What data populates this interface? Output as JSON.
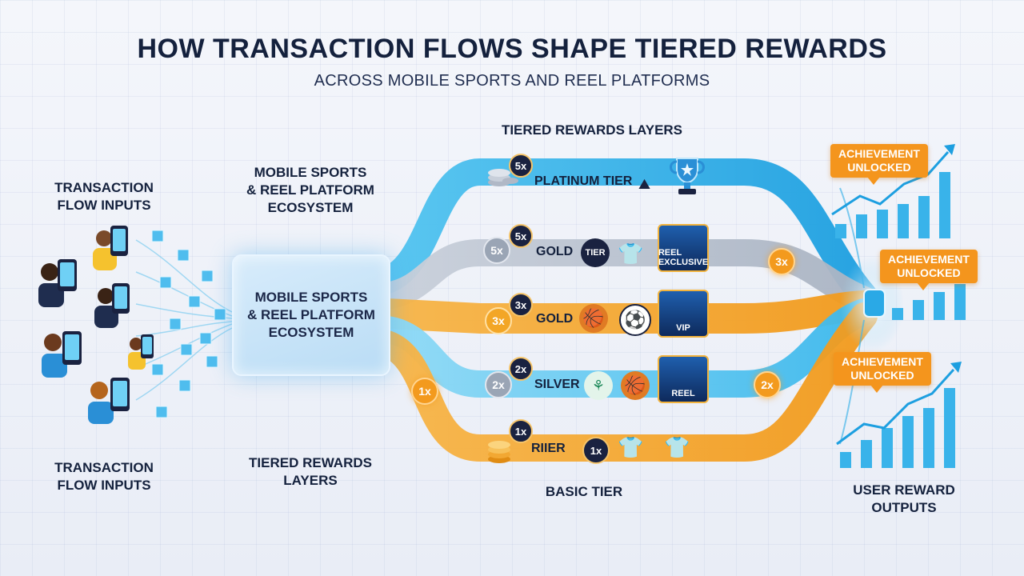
{
  "title": "HOW TRANSACTION FLOWS SHAPE TIERED REWARDS",
  "subtitle": "ACROSS MOBILE SPORTS AND REEL PLATFORMS",
  "inputs_label_top": [
    "TRANSACTION",
    "FLOW INPUTS"
  ],
  "inputs_label_bottom": [
    "TRANSACTION",
    "FLOW INPUTS"
  ],
  "ecosystem_label": [
    "MOBILE SPORTS",
    "& REEL PLATFORM",
    "ECOSYSTEM"
  ],
  "hub_label": [
    "MOBILE SPORTS",
    "& REEL PLATFORM",
    "ECOSYSTEM"
  ],
  "tiers_label_bottom": [
    "TIERED REWARDS",
    "LAYERS"
  ],
  "tiers_heading": "TIERED REWARDS LAYERS",
  "basic_tier_label": "BASIC TIER",
  "tiers": [
    {
      "name": "PLATINUM TIER",
      "multiplier": "5x",
      "color": "#2ab0e8"
    },
    {
      "name": "GOLD",
      "tier_badge": "TIER",
      "multiplier": "5x",
      "coin": "5x",
      "card": "REEL EXCLUSIVE",
      "color": "#b9c2cf"
    },
    {
      "name": "GOLD",
      "multiplier": "3x",
      "coin": "3x",
      "card": "VIP",
      "color": "#f5a623"
    },
    {
      "name": "SILVER",
      "multiplier": "2x",
      "coin": "2x",
      "card": "REEL",
      "color": "#5ec7ef"
    },
    {
      "name": "RIIER",
      "multiplier": "1x",
      "badge": "1x",
      "color": "#f39a1e"
    }
  ],
  "flow_badges": {
    "left_1x": "1x",
    "right_3x": "3x",
    "right_2x": "2x"
  },
  "achievements": [
    "ACHIEVEMENT",
    "UNLOCKED"
  ],
  "outputs_label": [
    "USER REWARD",
    "OUTPUTS"
  ],
  "colors": {
    "navy": "#14213d",
    "cyan": "#2ab0e8",
    "orange": "#f39a1e",
    "silver": "#b9c2cf"
  }
}
